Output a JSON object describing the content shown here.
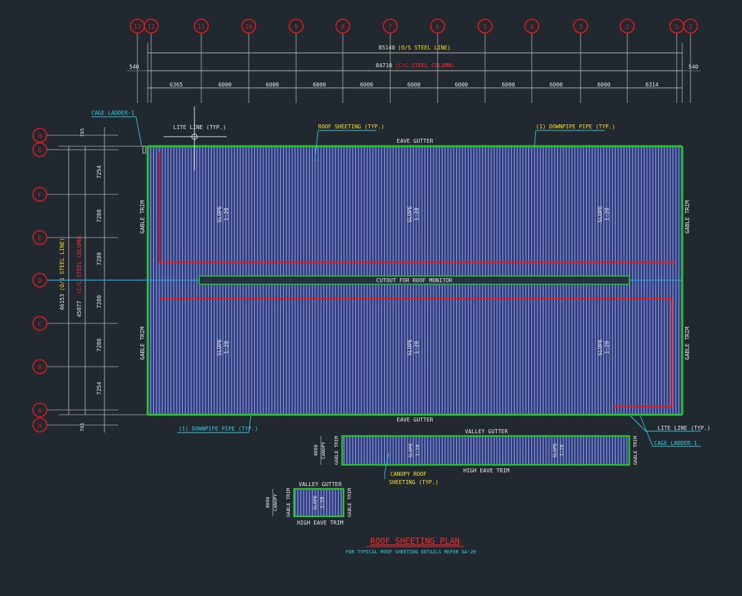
{
  "colors": {
    "background": "#212830",
    "grid_line": "#b9b9b9",
    "bubble": "#e11b1b",
    "roof_fill": "#2d3c84",
    "roof_rib": "#c9cfe6",
    "outline_green": "#27c22c",
    "gutter_red": "#e11b1b",
    "ridge_cyan": "#1f9de0",
    "text_white": "#e9e9e9",
    "text_yellow": "#ffe11a",
    "text_red": "#ff2b2b",
    "text_cyan": "#2ed2e6"
  },
  "top_grid_bubbles": [
    "13",
    "12",
    "11",
    "10",
    "9",
    "8",
    "7",
    "6",
    "5",
    "4",
    "3",
    "2",
    "1",
    "1"
  ],
  "left_grid_bubbles": [
    "H",
    "G",
    "F",
    "E",
    "D",
    "C",
    "B",
    "A",
    "H"
  ],
  "dimensions": {
    "overall_steel_line_value": "85140",
    "overall_steel_line_note": "(O/S STEEL LINE)",
    "overall_column_value": "84710",
    "overall_column_note": "(C/C STEEL COLUMN)",
    "offset_left": "540",
    "offset_right": "540",
    "bays": [
      "6365",
      "6000",
      "6000",
      "6000",
      "6000",
      "6000",
      "6000",
      "6000",
      "6000",
      "6000",
      "6314"
    ],
    "vertical_steel_line_value": "46153",
    "vertical_steel_line_note": "(O/S STEEL LINE)",
    "vertical_column_value": "45077",
    "vertical_column_note": "(C/C STEEL COLUMN)",
    "vertical_bays": [
      "7254",
      "7280",
      "7280",
      "7280",
      "7280",
      "7254"
    ],
    "vertical_end_top": "785",
    "vertical_end_bottom": "785"
  },
  "labels": {
    "cage_ladder_top": "CAGE LADDER-1",
    "cage_ladder_bottom": "CAGE LADDER-1",
    "lite_line_top": "LITE LINE (TYP.)",
    "lite_line_bottom": "LITE LINE (TYP.)",
    "roof_sheeting": "ROOF SHEETING (TYP.)",
    "downpipe_top": "(1) DOWNPIPE PIPE (TYP.)",
    "downpipe_bottom": "(1) DOWNPIPE PIPE (TYP.)",
    "eave_gutter_top": "EAVE GUTTER",
    "eave_gutter_bottom": "EAVE GUTTER",
    "gable_trim": "GABLE TRIM",
    "slope": "SLOPE",
    "slope_ratio": "1:20",
    "cutout": "CUTOUT FOR ROOF MONITOR",
    "valley_gutter": "VALLEY GUTTER",
    "high_eave_trim": "HIGH EAVE TRIM",
    "canopy": "CANOPY",
    "canopy_roof_sheeting_1": "CANOPY ROOF",
    "canopy_roof_sheeting_2": "SHEETING (TYP.)",
    "canopy_dim": "4000"
  },
  "title": {
    "main": "ROOF SHEETING PLAN",
    "sub": "FOR TYPICAL ROOF SHEETING DETAILS REFER GA-20"
  }
}
